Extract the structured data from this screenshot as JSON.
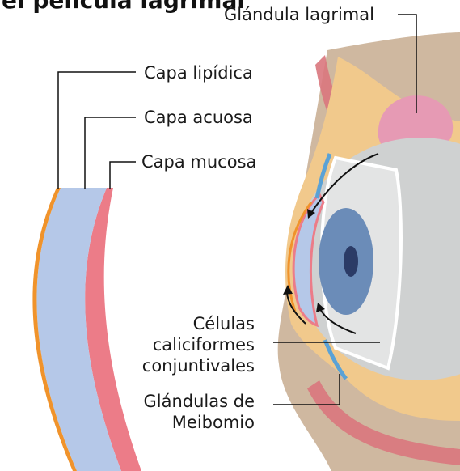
{
  "title": "el película lagrimal",
  "labels": {
    "glandula_lagrimal": "Glándula lagrimal",
    "capa_lipidica": "Capa lipídica",
    "capa_acuosa": "Capa acuosa",
    "capa_mucosa": "Capa mucosa",
    "celulas_line1": "Células",
    "celulas_line2": "caliciformes",
    "celulas_line3": "conjuntivales",
    "meibomio_line1": "Glándulas de",
    "meibomio_line2": "Meibomio"
  },
  "colors": {
    "lipid": "#f0932b",
    "aqueous": "#b5c8e8",
    "mucous": "#ec7c88",
    "skin": "#f1c98c",
    "orbit": "#cfb8a0",
    "muscle": "#d9777d",
    "gland": "#e69ab4",
    "sclera": "#c9cbcb",
    "iris": "#6b8cb8",
    "pupil": "#2b3b66"
  }
}
